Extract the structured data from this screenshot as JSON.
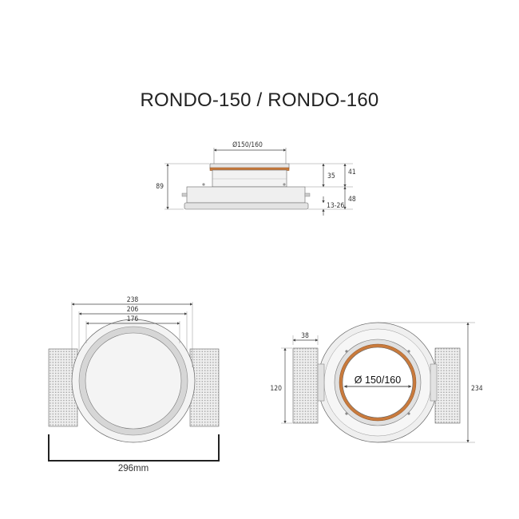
{
  "title": "RONDO-150 / RONDO-160",
  "colors": {
    "copper": "#c97a3c",
    "line": "#555555",
    "ring": "#d3d3d3",
    "body": "#efefef",
    "perforated": "#ececec"
  },
  "side_view": {
    "diameter_label": "Ø150/160",
    "height_total": "89",
    "height_collar": "35",
    "height_top": "41",
    "height_bottom": "48",
    "gap_range": "13-26"
  },
  "front_view": {
    "width_outer": "238",
    "width_mid": "206",
    "width_inner": "176",
    "total_width": "296mm"
  },
  "top_view": {
    "bracket_width": "38",
    "bracket_height": "120",
    "total_height": "234",
    "diameter_label": "Ø 150/160"
  }
}
